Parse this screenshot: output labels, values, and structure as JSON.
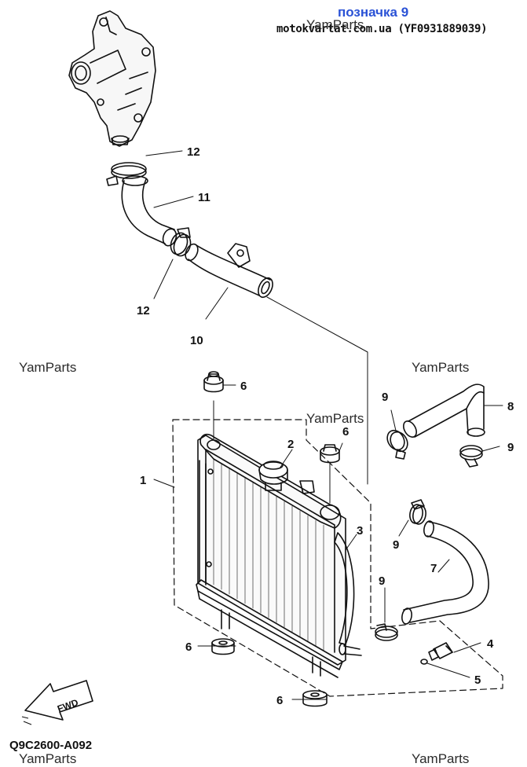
{
  "header": {
    "title": "позначка 9",
    "site": "motokvartat.com.ua (YF0931889039)"
  },
  "watermark": "YamParts",
  "drawing_code": "Q9C2600-A092",
  "fwd_label": "FWD",
  "callouts": {
    "n1": "1",
    "n2": "2",
    "n3": "3",
    "n4": "4",
    "n5": "5",
    "n6": "6",
    "n7": "7",
    "n8": "8",
    "n9": "9",
    "n10": "10",
    "n11": "11",
    "n12": "12"
  },
  "colors": {
    "title": "#2a52d6",
    "ink": "#111111"
  }
}
